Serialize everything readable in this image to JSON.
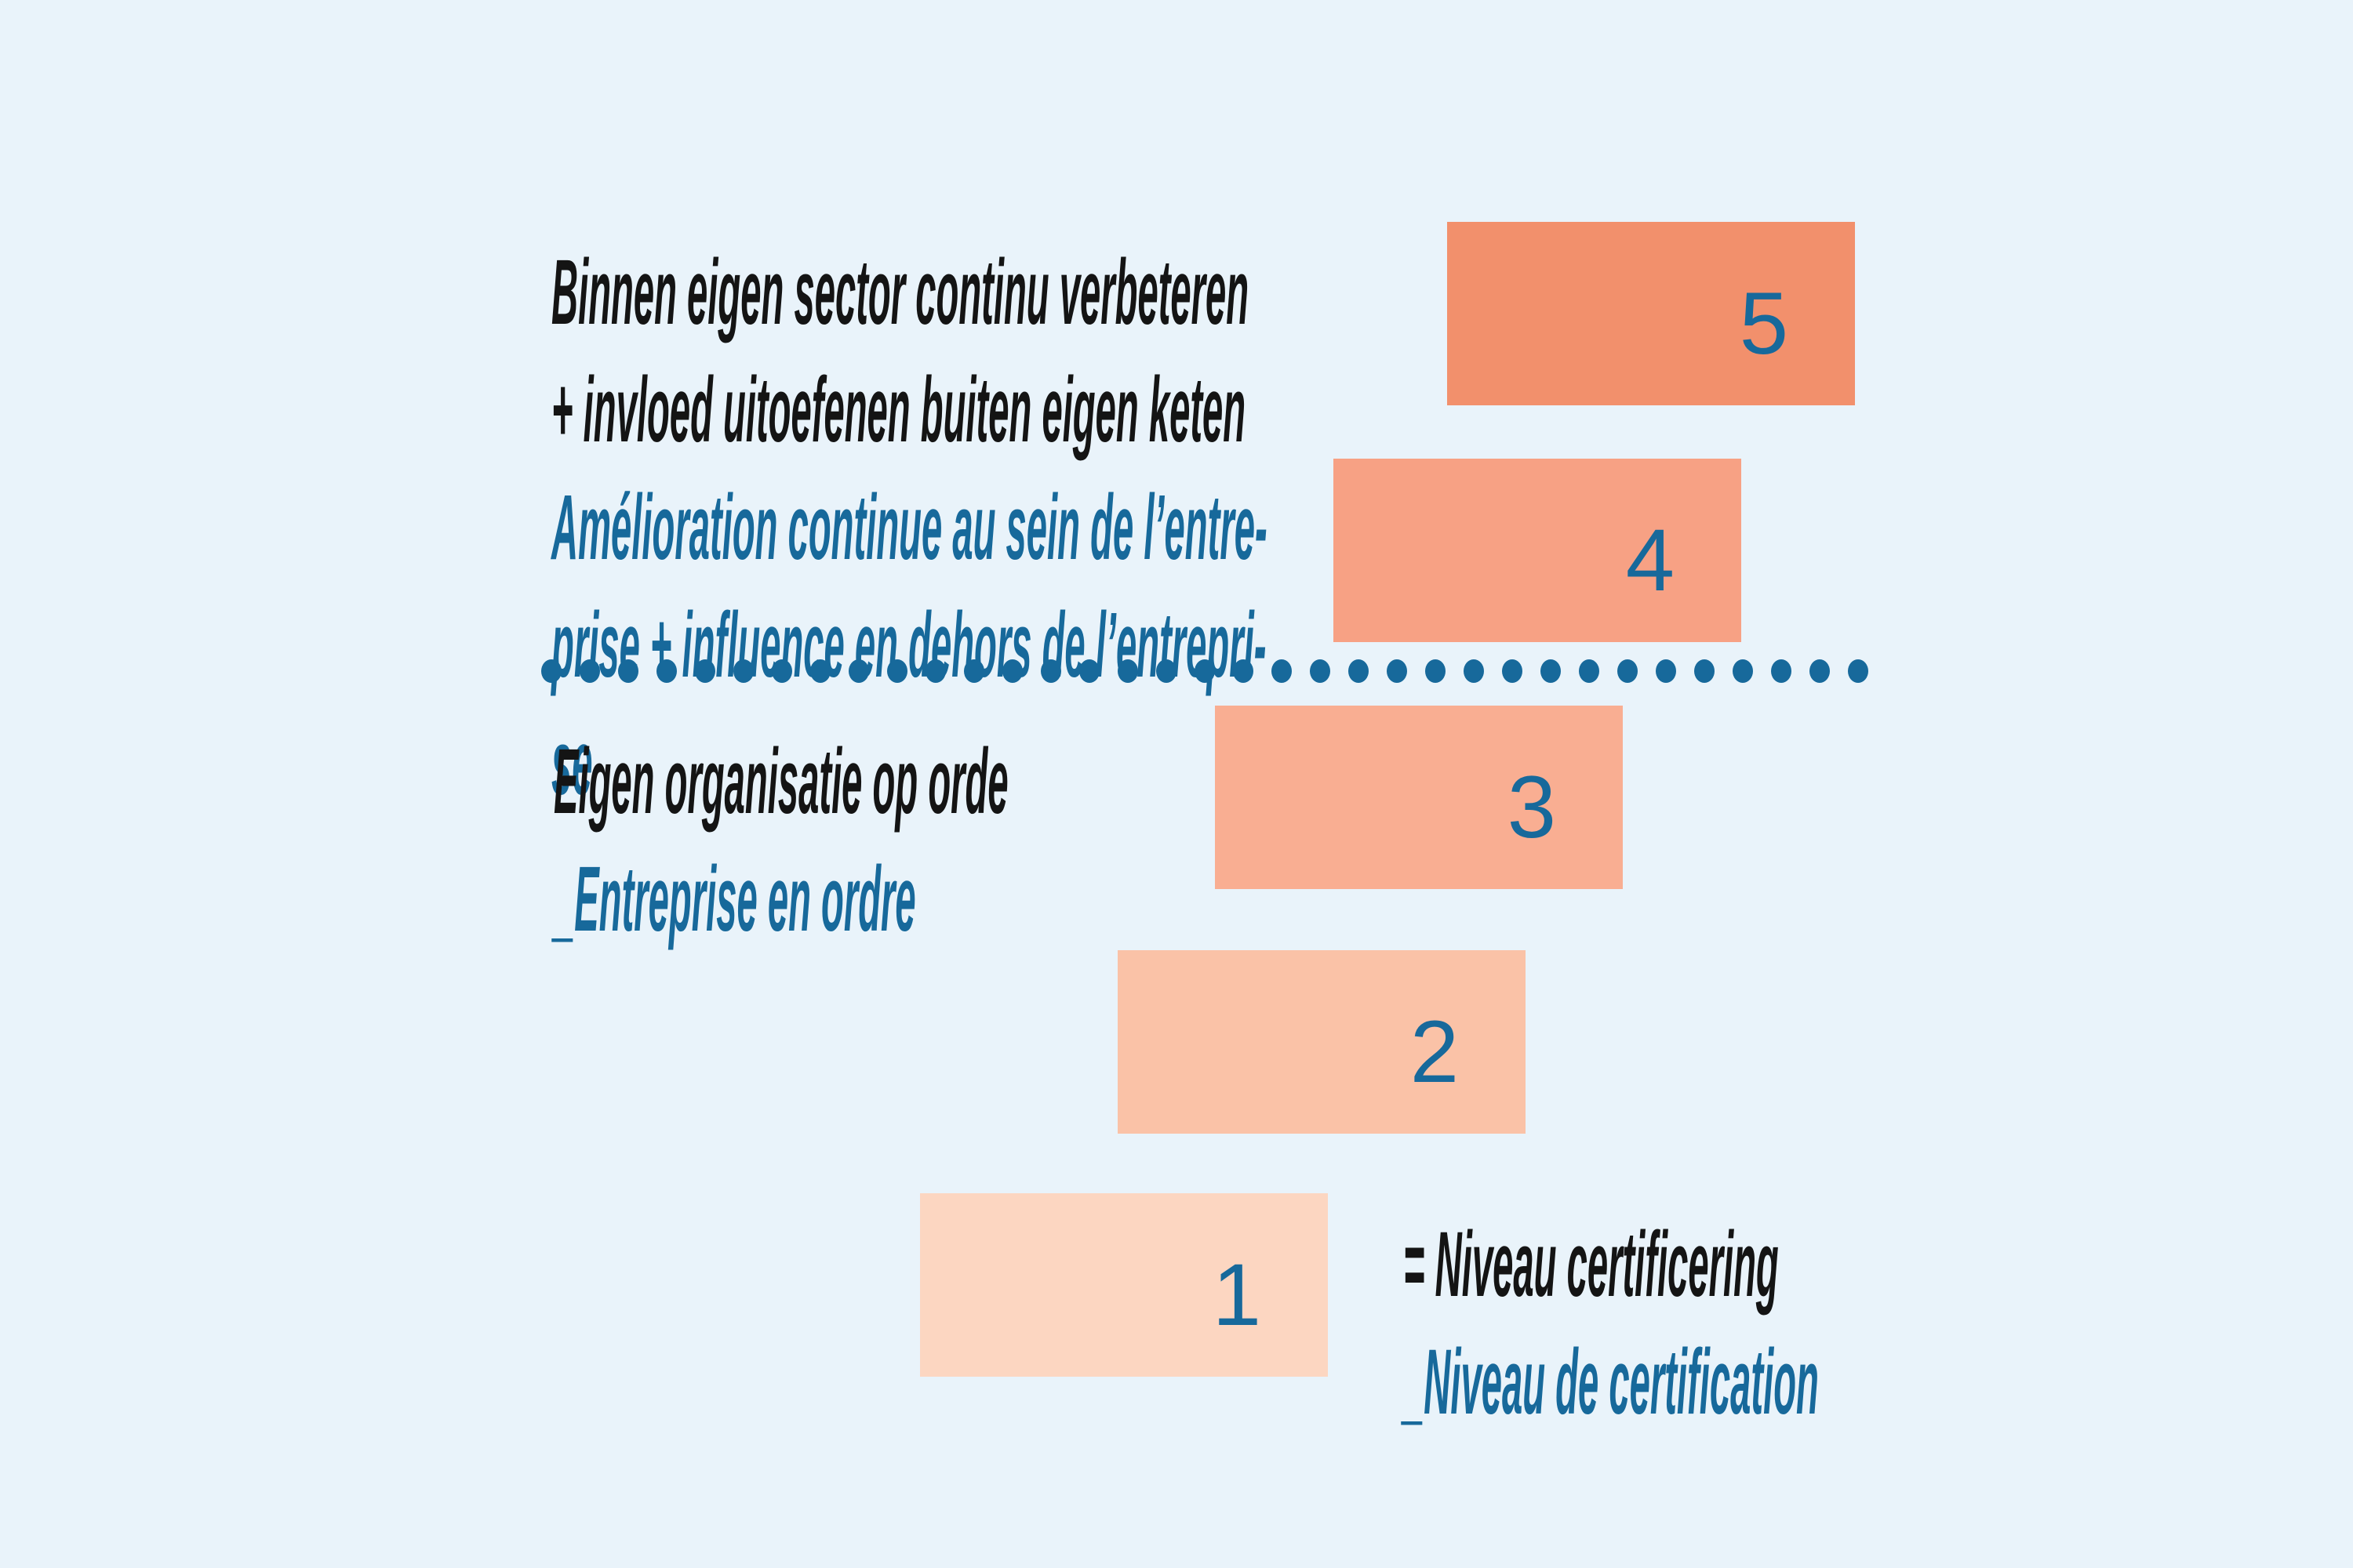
{
  "colors": {
    "background": "#e9f3fa",
    "teal": "#17699b",
    "text_black": "#141414"
  },
  "top_label": {
    "dutch_lines": [
      "Binnen eigen sector continu verbeteren",
      "+ invloed uitoefenen buiten eigen keten"
    ],
    "french_lines": [
      "Amélioration continue au sein de l’entre-",
      "prise + influence en dehors de l’entrepri-",
      "se"
    ]
  },
  "middle_label": {
    "dutch": "Eigen organisatie op orde",
    "french": "_Entreprise en ordre"
  },
  "legend": {
    "dutch": "= Niveau certificering",
    "french": "_Niveau de certification"
  },
  "steps": [
    {
      "level": "5",
      "color": "#f2906c"
    },
    {
      "level": "4",
      "color": "#f7a184"
    },
    {
      "level": "3",
      "color": "#f9ae92"
    },
    {
      "level": "2",
      "color": "#fac2a7"
    },
    {
      "level": "1",
      "color": "#fcd6c1"
    }
  ],
  "dotted_line": {
    "dot_count": 35
  }
}
